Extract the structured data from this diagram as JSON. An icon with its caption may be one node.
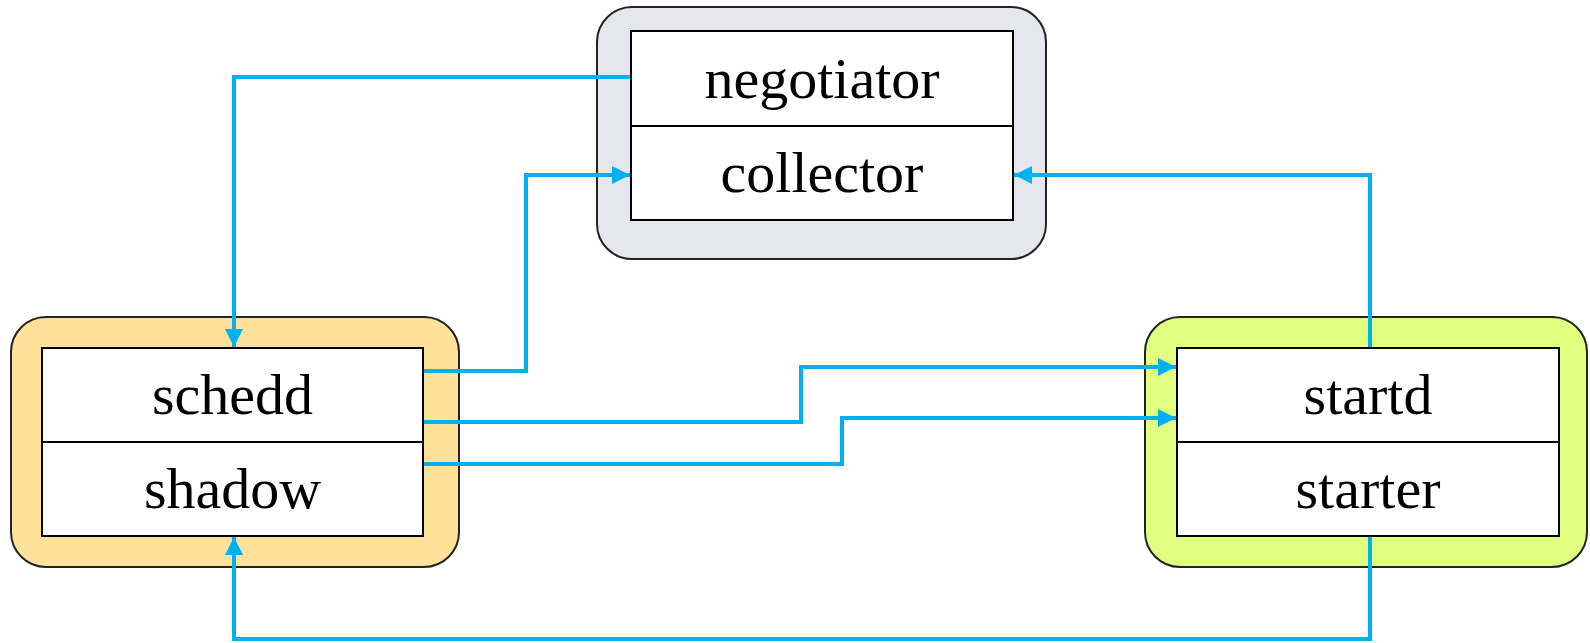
{
  "diagram": {
    "nodes": [
      {
        "text": [],
        "shape": "box"
      },
      {
        "text": [
          "negotiator"
        ],
        "in": 0
      },
      {
        "text": [
          "collector"
        ],
        "in": 0
      },
      {
        "text": [],
        "shape": "box"
      },
      {
        "text": [
          "schedd"
        ],
        "in": 3
      },
      {
        "text": [
          "shadow"
        ],
        "in": 3
      },
      {
        "text": [],
        "shape": "box"
      },
      {
        "text": [
          "startd"
        ],
        "in": 6
      },
      {
        "text": [
          "starter"
        ],
        "in": 6
      }
    ],
    "edges": [
      {
        "from": 1,
        "to": 4,
        "arrow": "to"
      },
      {
        "from": 4,
        "to": 2,
        "arrow": "to"
      },
      {
        "from": 4,
        "to": 7,
        "arrow": "to"
      },
      {
        "from": 5,
        "to": 7,
        "arrow": "to"
      },
      {
        "from": 7,
        "to": 2,
        "arrow": "to"
      },
      {
        "from": 8,
        "to": 5,
        "arrow": "to"
      }
    ]
  }
}
